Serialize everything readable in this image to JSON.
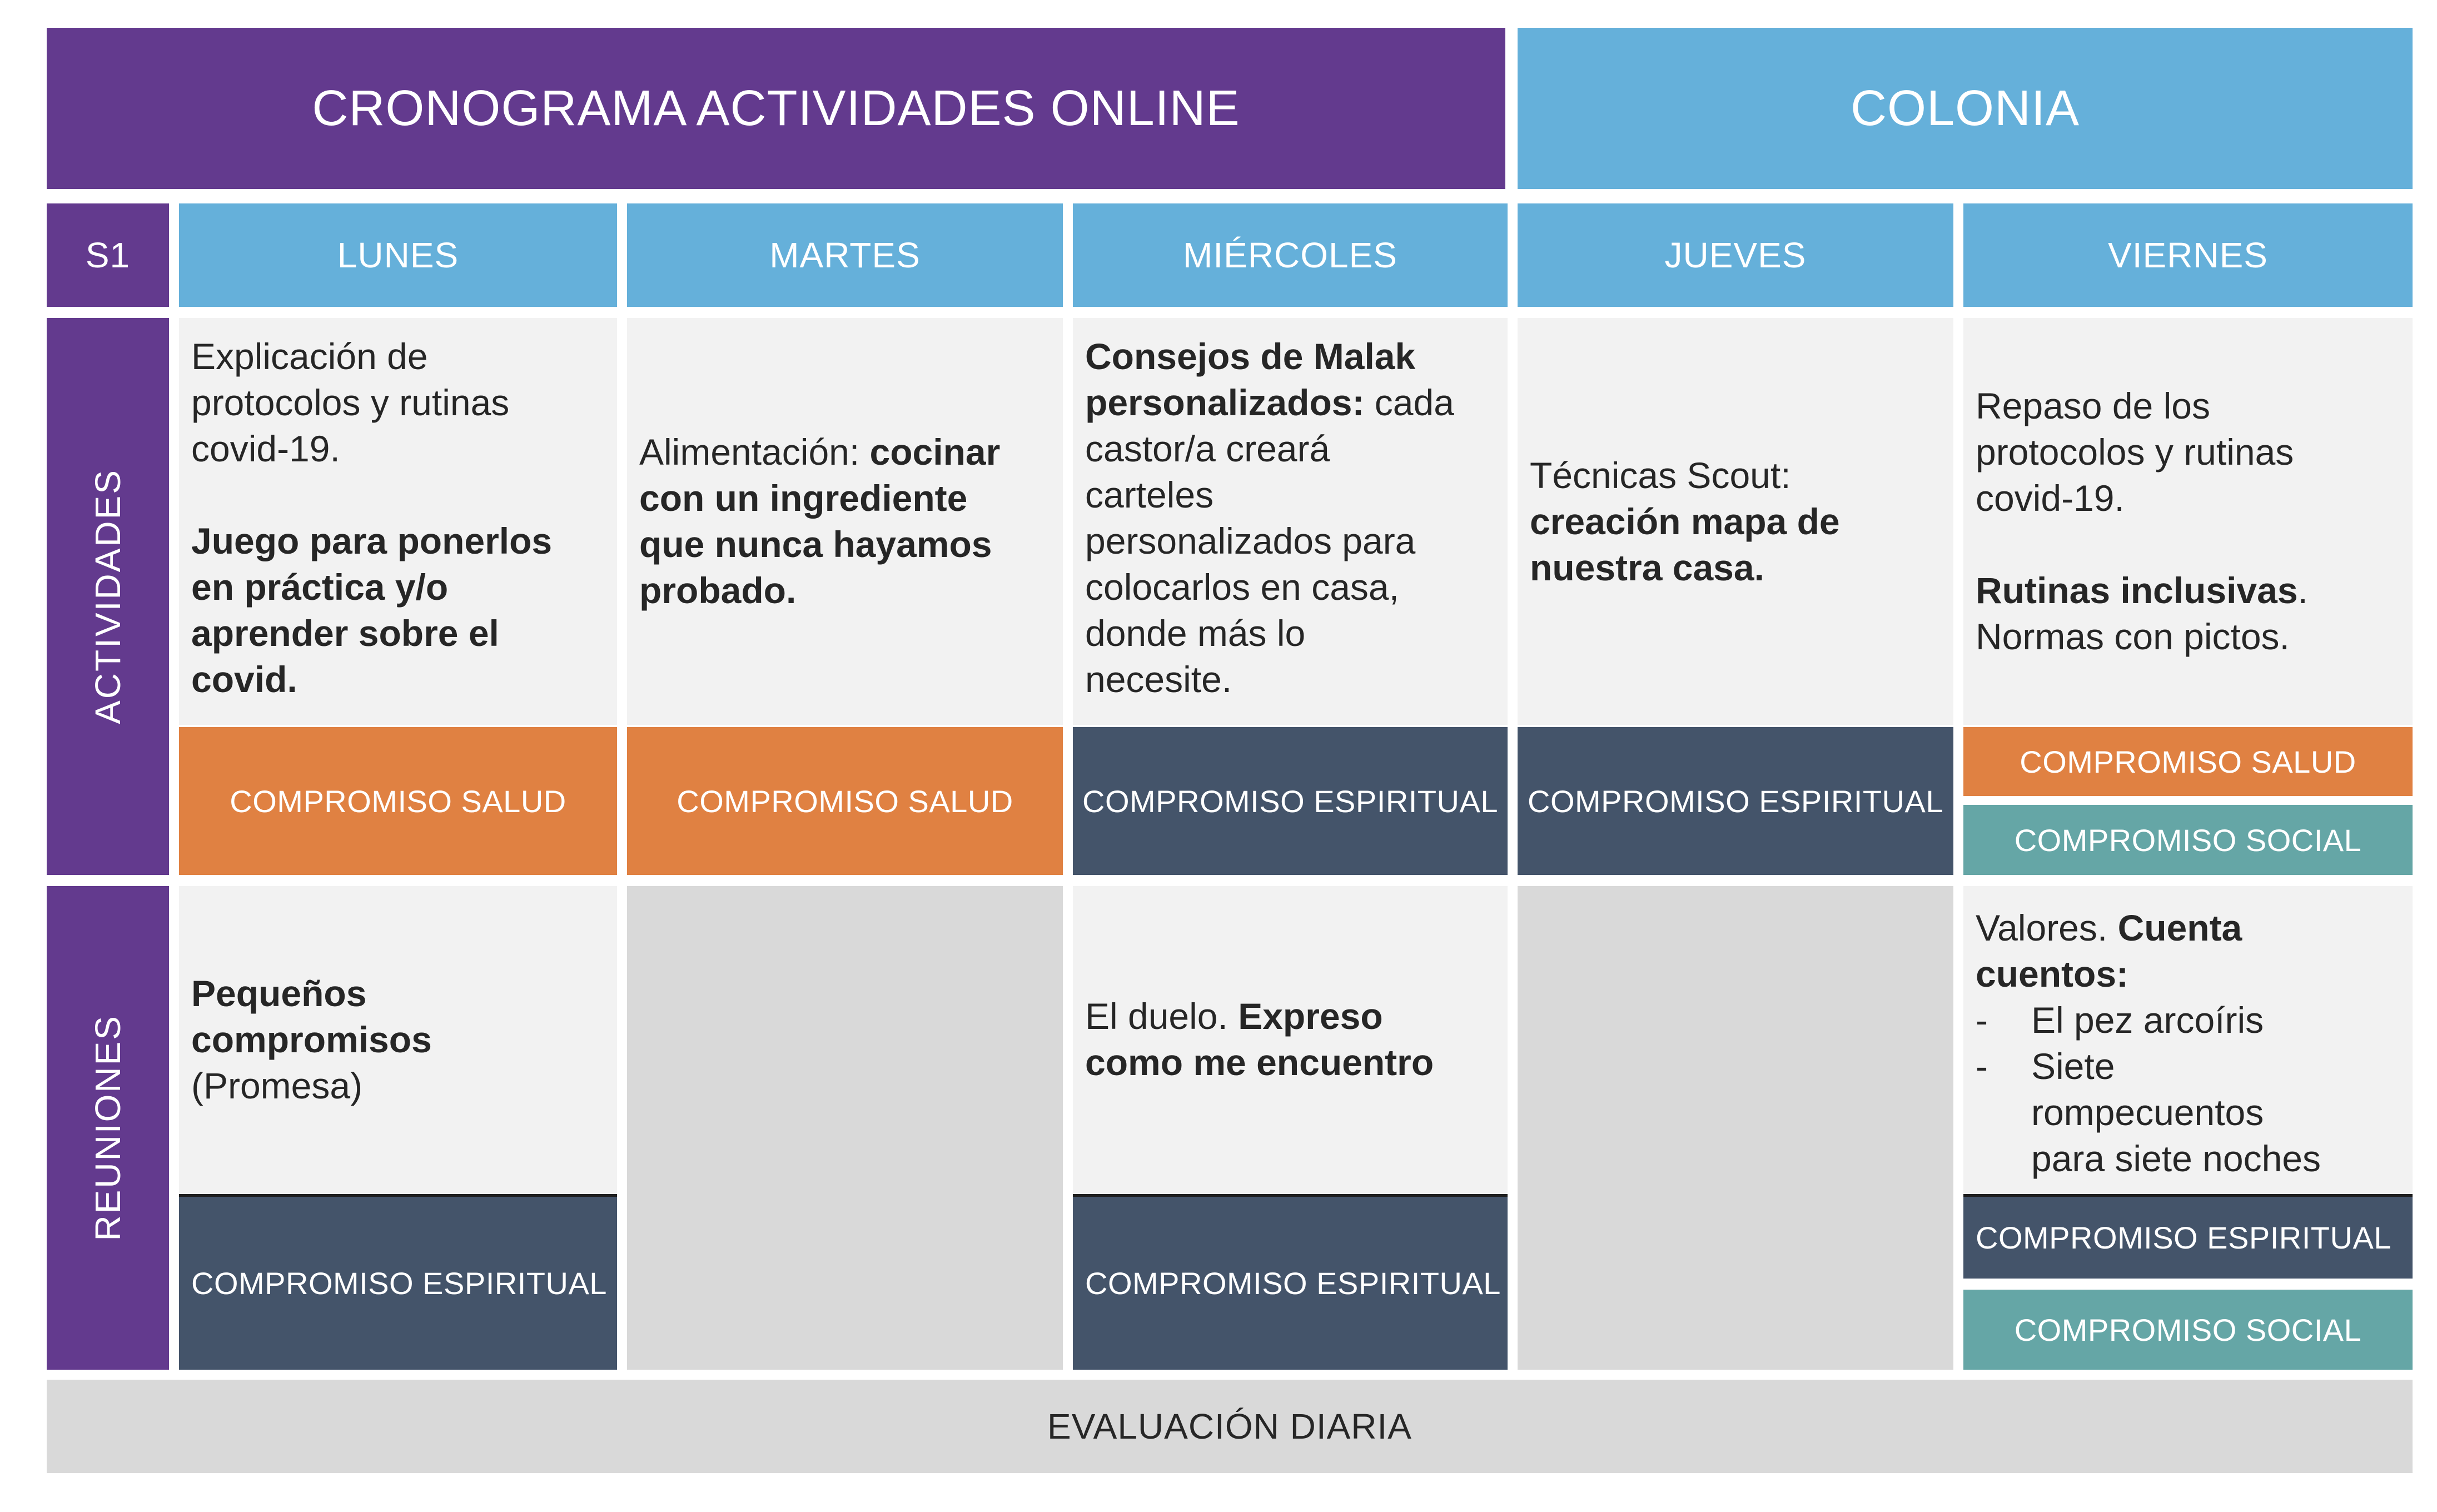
{
  "header": {
    "title": "CRONOGRAMA ACTIVIDADES ONLINE",
    "colonia": "COLONIA"
  },
  "week": "S1",
  "days": [
    "LUNES",
    "MARTES",
    "MIÉRCOLES",
    "JUEVES",
    "VIERNES"
  ],
  "rows": {
    "actividades": "ACTIVIDADES",
    "reuniones": "REUNIONES"
  },
  "actividades": {
    "lunes": {
      "line1": "Explicación de",
      "line2": "protocolos y rutinas",
      "line3": "covid-19.",
      "bold1": "Juego para ponerlos",
      "bold2": "en práctica y/o",
      "bold3": "aprender sobre el",
      "bold4": "covid."
    },
    "martes": {
      "prefix": "Alimentación: ",
      "bold1": "cocinar",
      "bold2": "con un ingrediente",
      "bold3": "que nunca hayamos",
      "bold4": "probado."
    },
    "miercoles": {
      "bold1": "Consejos de Malak",
      "bold2": "personalizados:",
      "rest2": " cada",
      "line3": "castor/a creará",
      "line4": "carteles",
      "line5": "personalizados para",
      "line6": "colocarlos en casa,",
      "line7": "donde más lo",
      "line8": "necesite."
    },
    "jueves": {
      "line1": "Técnicas Scout:",
      "bold1": "creación mapa de",
      "bold2": "nuestra casa."
    },
    "viernes": {
      "line1": "Repaso de los",
      "line2": "protocolos y rutinas",
      "line3": "covid-19.",
      "bold1": "Rutinas inclusivas",
      "dot": ".",
      "line5": "Normas con pictos."
    }
  },
  "compromisos": {
    "salud": "COMPROMISO SALUD",
    "espiritual": "COMPROMISO ESPIRITUAL",
    "social": "COMPROMISO SOCIAL"
  },
  "reuniones": {
    "lunes": {
      "bold1": "Pequeños",
      "bold2": "compromisos",
      "line3": "(Promesa)"
    },
    "miercoles": {
      "prefix": "El duelo. ",
      "bold1": "Expreso",
      "bold2": "como me encuentro"
    },
    "viernes": {
      "prefix": "Valores. ",
      "bold1": "Cuenta",
      "bold2": "cuentos:",
      "dash": "-",
      "item1": "El pez arcoíris",
      "item2a": "Siete",
      "item2b": "rompecuentos",
      "item2c": "para siete noches"
    }
  },
  "footer": "EVALUACIÓN DIARIA",
  "colors": {
    "purple": "#633a8e",
    "blue": "#65b0da",
    "orange": "#e08142",
    "navy": "#44546a",
    "teal": "#65a6a6",
    "light": "#f2f2f2",
    "grey": "#d9d9d9"
  }
}
